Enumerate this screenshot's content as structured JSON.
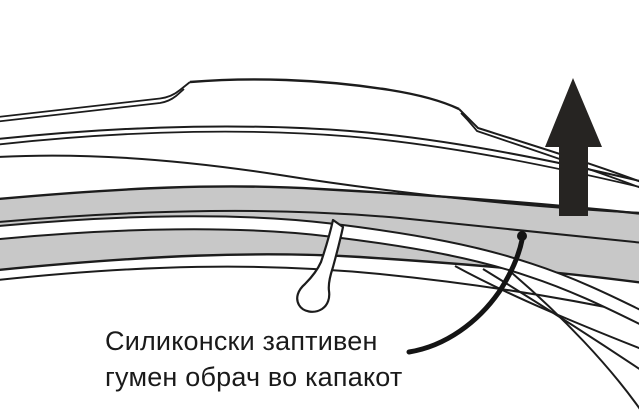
{
  "figure": {
    "type": "technical-illustration",
    "subject": "car lid cross-section with silicone sealing rubber ring",
    "caption": {
      "line1": "Силиконски заптивен",
      "line2": "гумен обрач во капакот"
    },
    "icons": {
      "up_arrow": "solid upward direction arrow",
      "pointer_line": "freehand curved pointer from caption to seal",
      "retainer_clip": "hook-shaped retainer clip on trim strip"
    },
    "colors": {
      "background": "#ffffff",
      "line": "#1c1c1c",
      "seal_fill": "#c8c8c8",
      "arrow_fill": "#262422",
      "text": "#1a1a1a"
    }
  }
}
